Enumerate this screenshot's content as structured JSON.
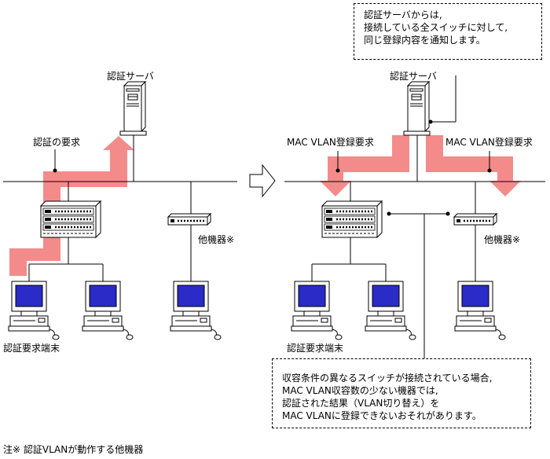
{
  "left": {
    "server_label": "認証サーバ",
    "request_label": "認証の要求",
    "terminal_label": "認証要求端末",
    "other_device_label": "他機器※"
  },
  "right": {
    "server_label": "認証サーバ",
    "mac_req_left": "MAC VLAN登録要求",
    "mac_req_right": "MAC VLAN登録要求",
    "terminal_label": "認証要求端末",
    "other_device_label": "他機器※",
    "top_note": [
      "認証サーバからは,",
      "接続している全スイッチに対して,",
      "同じ登録内容を通知します。"
    ],
    "bottom_note": [
      "収容条件の異なるスイッチが接続されている場合,",
      "MAC VLAN収容数の少ない機器では,",
      "認証された結果（VLAN切り替え）を",
      "MAC VLANに登録できないおそれがあります。"
    ]
  },
  "footnote": "注※  認証VLANが動作する他機器",
  "colors": {
    "arrow": "#f48b8b",
    "screen": "#2b2bc8",
    "line": "#000000"
  }
}
